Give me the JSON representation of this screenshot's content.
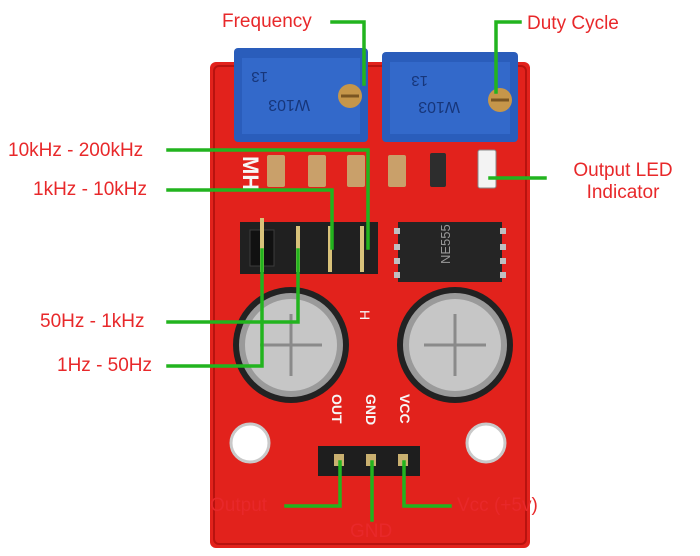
{
  "diagram": {
    "labels": {
      "frequency": "Frequency",
      "duty_cycle": "Duty Cycle",
      "range_10k_200k": "10kHz - 200kHz",
      "range_1k_10k": "1kHz - 10kHz",
      "range_50_1k": "50Hz - 1kHz",
      "range_1_50": "1Hz - 50Hz",
      "output_led_line1": "Output LED",
      "output_led_line2": "Indicator",
      "output": "Output",
      "gnd": "GND",
      "vcc": "Vcc (+5v)"
    },
    "board": {
      "pot_marking": "13",
      "pot_code": "W103",
      "board_marking": "MH",
      "chip_marking": "NE555",
      "pin_out": "OUT",
      "pin_gnd": "GND",
      "pin_vcc": "VCC",
      "jumper_mark": "H"
    },
    "colors": {
      "label": "#e8282a",
      "leader": "#22b41e",
      "pcb": "#e2221c",
      "pot": "#2a5dbb"
    }
  }
}
